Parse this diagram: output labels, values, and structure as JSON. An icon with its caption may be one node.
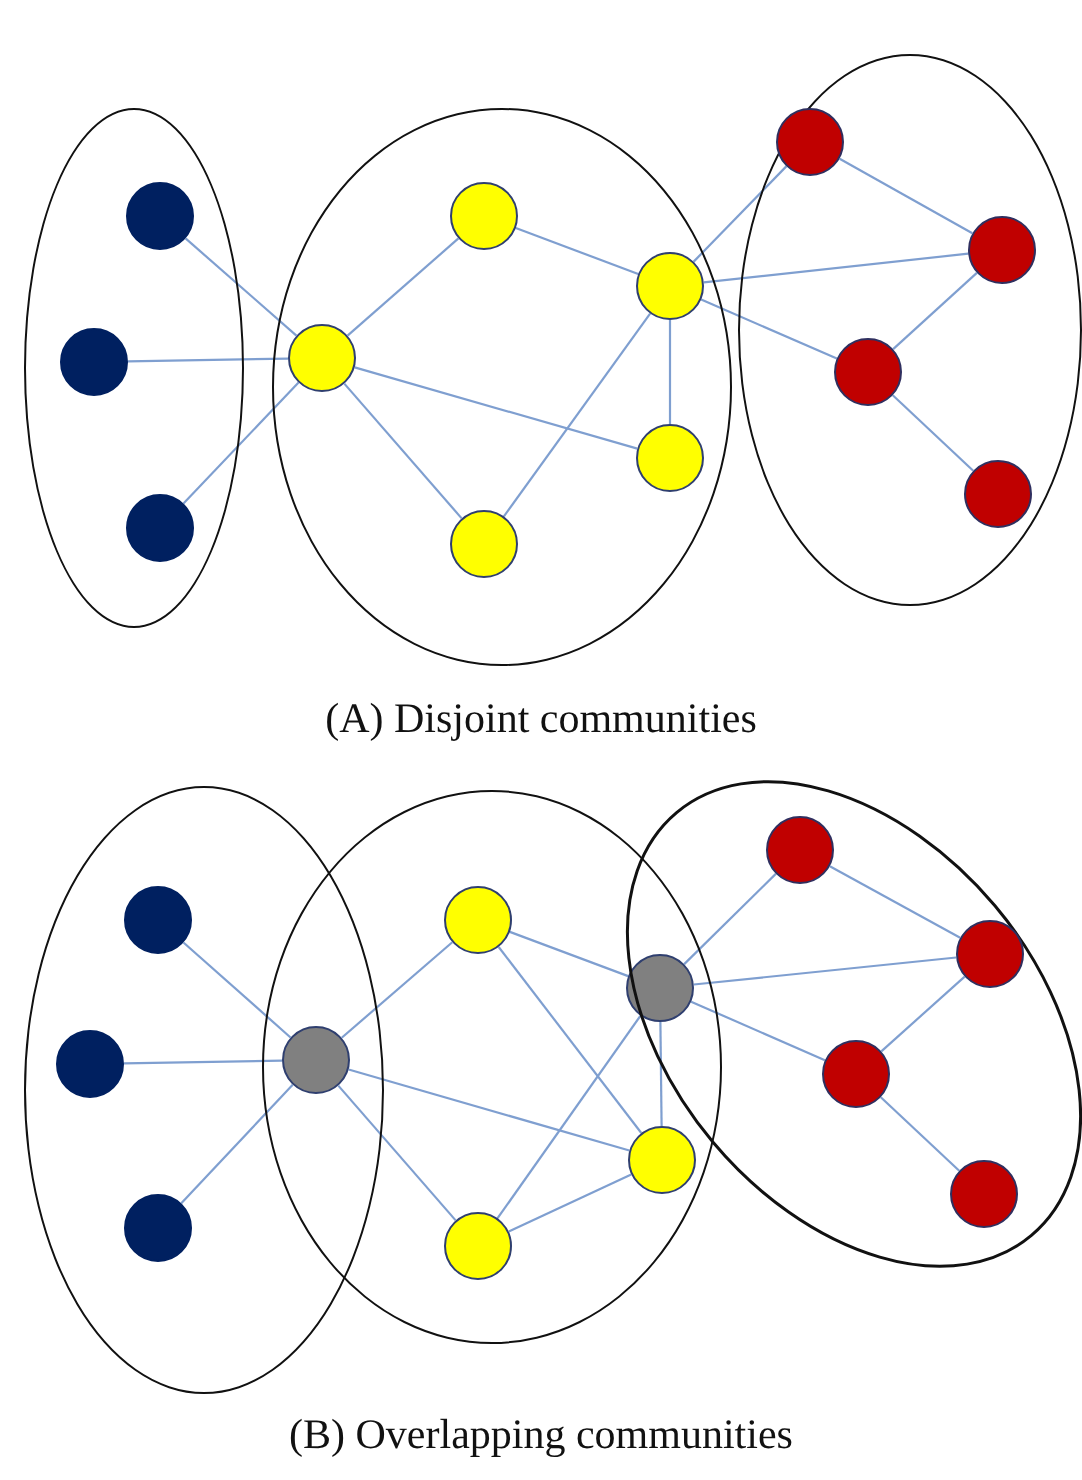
{
  "diagram": {
    "nodes": [
      {
        "text": [],
        "shape": "ellipse"
      },
      {
        "text": [],
        "shape": "circle",
        "in": 0
      },
      {
        "text": [],
        "shape": "circle",
        "in": 0
      },
      {
        "text": [],
        "shape": "circle",
        "in": 0
      },
      {
        "text": [],
        "shape": "ellipse"
      },
      {
        "text": [],
        "shape": "circle",
        "in": 4
      },
      {
        "text": [],
        "shape": "circle",
        "in": 4
      },
      {
        "text": [],
        "shape": "circle",
        "in": 4
      },
      {
        "text": [],
        "shape": "circle",
        "in": 4
      },
      {
        "text": [],
        "shape": "circle",
        "in": 4
      },
      {
        "text": [],
        "shape": "ellipse"
      },
      {
        "text": [],
        "shape": "circle",
        "in": 10
      },
      {
        "text": [],
        "shape": "circle",
        "in": 10
      },
      {
        "text": [],
        "shape": "circle",
        "in": 10
      },
      {
        "text": [],
        "shape": "circle",
        "in": 10
      },
      {
        "text": [],
        "shape": "ellipse"
      },
      {
        "text": [],
        "shape": "circle",
        "in": 15
      },
      {
        "text": [],
        "shape": "circle",
        "in": 15
      },
      {
        "text": [],
        "shape": "circle",
        "in": 15
      },
      {
        "text": [],
        "shape": "ellipse"
      },
      {
        "text": [],
        "shape": "circle"
      },
      {
        "text": [],
        "shape": "circle",
        "in": 19
      },
      {
        "text": [],
        "shape": "circle"
      },
      {
        "text": [],
        "shape": "circle",
        "in": 19
      },
      {
        "text": [],
        "shape": "circle",
        "in": 19
      },
      {
        "text": [],
        "shape": "ellipse"
      },
      {
        "text": [],
        "shape": "circle",
        "in": 25
      },
      {
        "text": [],
        "shape": "circle",
        "in": 25
      },
      {
        "text": [],
        "shape": "circle",
        "in": 25
      },
      {
        "text": [],
        "shape": "circle",
        "in": 25
      }
    ],
    "edges": [
      {
        "from": 1,
        "to": 5,
        "arrow": "none"
      },
      {
        "from": 2,
        "to": 5,
        "arrow": "none"
      },
      {
        "from": 3,
        "to": 5,
        "arrow": "none"
      },
      {
        "from": 5,
        "to": 6,
        "arrow": "none"
      },
      {
        "from": 5,
        "to": 8,
        "arrow": "none"
      },
      {
        "from": 5,
        "to": 9,
        "arrow": "none"
      },
      {
        "from": 6,
        "to": 7,
        "arrow": "none"
      },
      {
        "from": 7,
        "to": 9,
        "arrow": "none"
      },
      {
        "from": 7,
        "to": 8,
        "arrow": "none"
      },
      {
        "from": 7,
        "to": 11,
        "arrow": "none"
      },
      {
        "from": 7,
        "to": 12,
        "arrow": "none"
      },
      {
        "from": 7,
        "to": 13,
        "arrow": "none"
      },
      {
        "from": 11,
        "to": 12,
        "arrow": "none"
      },
      {
        "from": 12,
        "to": 13,
        "arrow": "none"
      },
      {
        "from": 13,
        "to": 14,
        "arrow": "none"
      },
      {
        "from": 16,
        "to": 20,
        "arrow": "none"
      },
      {
        "from": 17,
        "to": 20,
        "arrow": "none"
      },
      {
        "from": 18,
        "to": 20,
        "arrow": "none"
      },
      {
        "from": 20,
        "to": 21,
        "arrow": "none"
      },
      {
        "from": 20,
        "to": 23,
        "arrow": "none"
      },
      {
        "from": 20,
        "to": 24,
        "arrow": "none"
      },
      {
        "from": 21,
        "to": 22,
        "arrow": "none"
      },
      {
        "from": 21,
        "to": 23,
        "arrow": "none"
      },
      {
        "from": 22,
        "to": 24,
        "arrow": "none"
      },
      {
        "from": 22,
        "to": 23,
        "arrow": "none"
      },
      {
        "from": 24,
        "to": 23,
        "arrow": "none"
      },
      {
        "from": 22,
        "to": 26,
        "arrow": "none"
      },
      {
        "from": 22,
        "to": 27,
        "arrow": "none"
      },
      {
        "from": 22,
        "to": 28,
        "arrow": "none"
      },
      {
        "from": 26,
        "to": 27,
        "arrow": "none"
      },
      {
        "from": 27,
        "to": 28,
        "arrow": "none"
      },
      {
        "from": 28,
        "to": 29,
        "arrow": "none"
      }
    ],
    "labels": [
      "(A) Disjoint communities",
      "(B) Overlapping communities"
    ]
  }
}
